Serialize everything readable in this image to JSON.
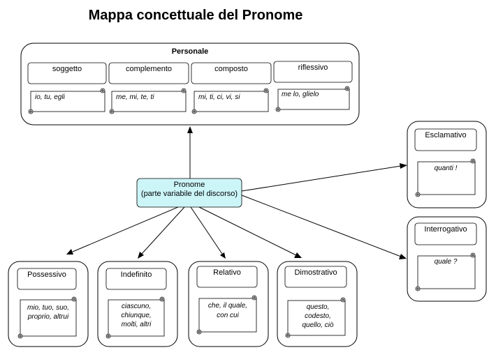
{
  "title": "Mappa concettuale del Pronome",
  "center": {
    "line1": "Pronome",
    "line2": "(parte variabile del discorso)"
  },
  "personale": {
    "title": "Personale",
    "items": [
      {
        "label": "soggetto",
        "example": "io, tu, egli"
      },
      {
        "label": "complemento",
        "example": "me, mi, te, ti"
      },
      {
        "label": "composto",
        "example": "mi, ti, ci, vi, si"
      },
      {
        "label": "riflessivo",
        "example": "me lo, glielo"
      }
    ]
  },
  "right": [
    {
      "label": "Esclamativo",
      "example_lines": [
        "quanti !"
      ]
    },
    {
      "label": "Interrogativo",
      "example_lines": [
        "quale ?"
      ]
    }
  ],
  "bottom": [
    {
      "label": "Possessivo",
      "example_lines": [
        "mio, tuo, suo,",
        "proprio, altrui"
      ]
    },
    {
      "label": "Indefinito",
      "example_lines": [
        "ciascuno,",
        "chiunque,",
        "molti, altri"
      ]
    },
    {
      "label": "Relativo",
      "example_lines": [
        "che, il quale,",
        "con cui"
      ]
    },
    {
      "label": "Dimostrativo",
      "example_lines": [
        "questo,",
        "codesto,",
        "quello, ciò"
      ]
    }
  ],
  "colors": {
    "central_fill": "#ccf5f8",
    "roll_shade": "#808080"
  }
}
